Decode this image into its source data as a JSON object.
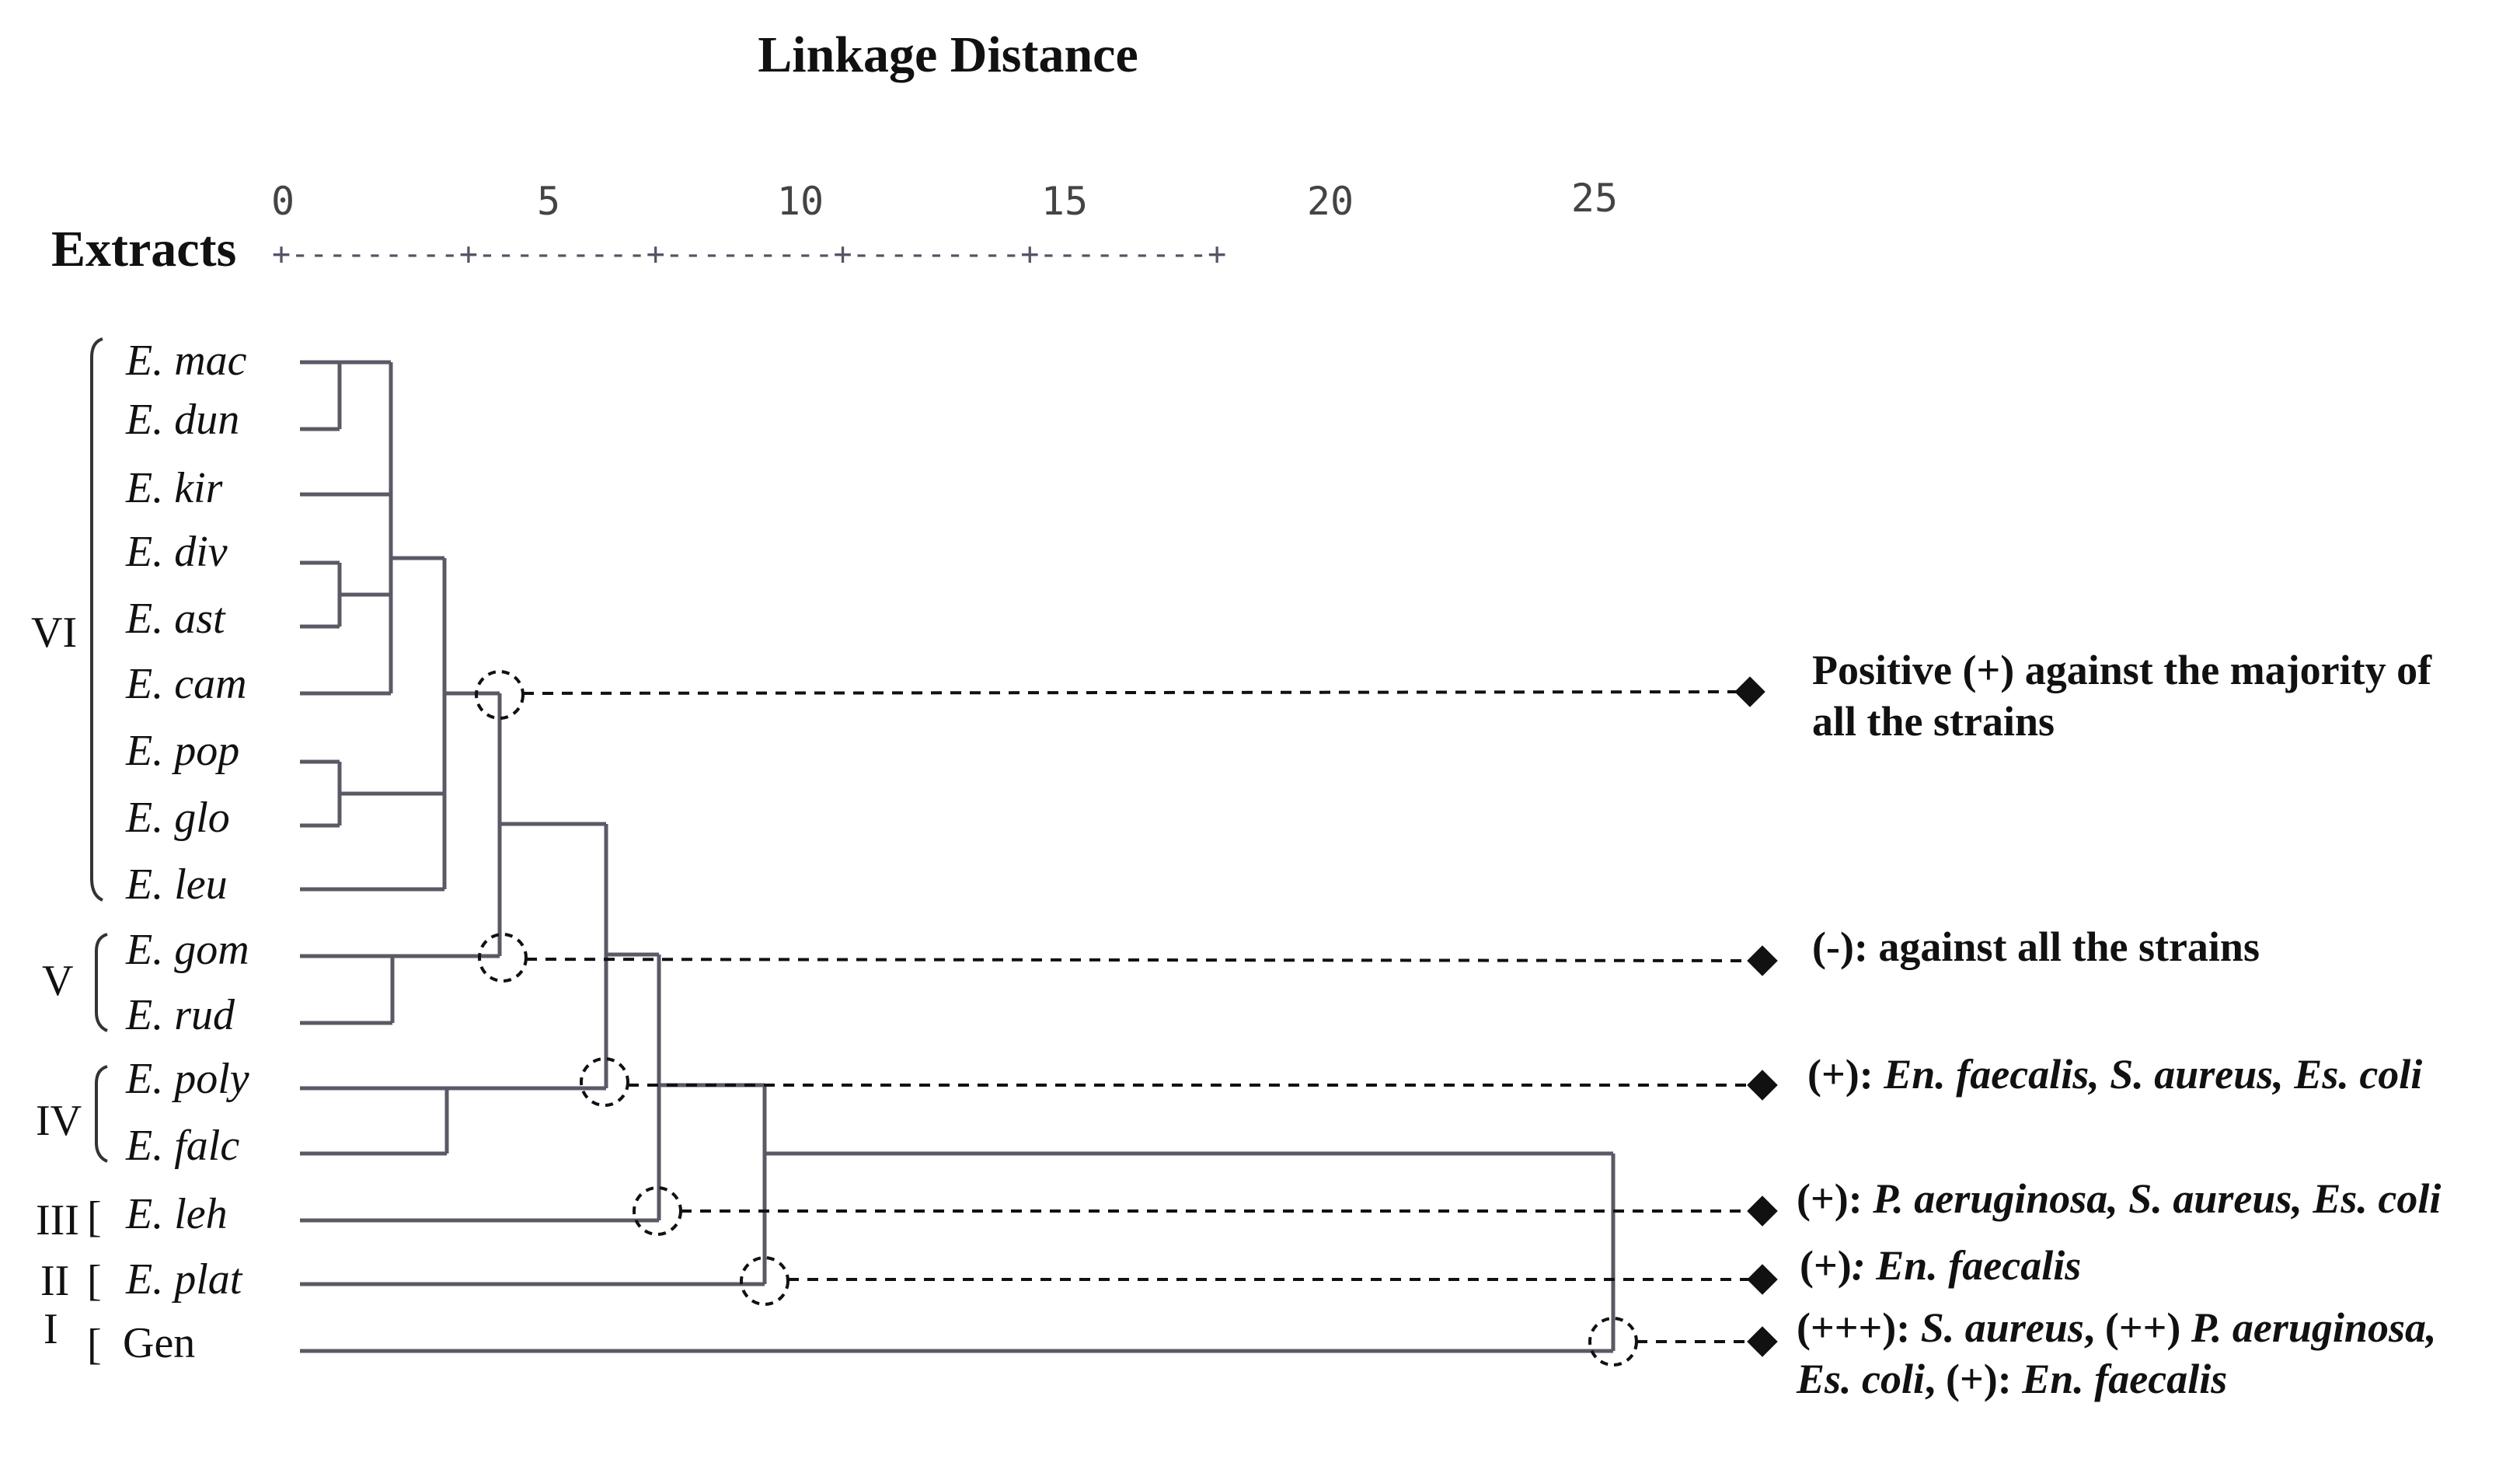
{
  "title": "Linkage Distance",
  "axis": {
    "row_label": "Extracts",
    "ticks": [
      "0",
      "5",
      "10",
      "15",
      "20",
      "25"
    ]
  },
  "groups": [
    {
      "id": "VI",
      "label": "VI"
    },
    {
      "id": "V",
      "label": "V"
    },
    {
      "id": "IV",
      "label": "IV"
    },
    {
      "id": "III",
      "label": "III"
    },
    {
      "id": "II",
      "label": "II"
    },
    {
      "id": "I",
      "label": "I"
    }
  ],
  "leaves": [
    {
      "label": "E. mac",
      "italic": true
    },
    {
      "label": "E. dun",
      "italic": true
    },
    {
      "label": "E. kir",
      "italic": true
    },
    {
      "label": "E. div",
      "italic": true
    },
    {
      "label": "E. ast",
      "italic": true
    },
    {
      "label": "E. cam",
      "italic": true
    },
    {
      "label": "E. pop",
      "italic": true
    },
    {
      "label": "E. glo",
      "italic": true
    },
    {
      "label": "E. leu",
      "italic": true
    },
    {
      "label": "E. gom",
      "italic": true
    },
    {
      "label": "E. rud",
      "italic": true
    },
    {
      "label": "E. poly",
      "italic": true
    },
    {
      "label": "E. falc",
      "italic": true
    },
    {
      "label": "E. leh",
      "italic": true
    },
    {
      "label": "E. plat",
      "italic": true
    },
    {
      "label": "Gen",
      "italic": false
    }
  ],
  "annotations": [
    {
      "lines": [
        [
          {
            "t": "Positive (+) against the majority of",
            "i": false
          }
        ],
        [
          {
            "t": "all the strains",
            "i": false
          }
        ]
      ]
    },
    {
      "lines": [
        [
          {
            "t": "(-): against all the strains",
            "i": false
          }
        ]
      ]
    },
    {
      "lines": [
        [
          {
            "t": "(+): ",
            "i": false
          },
          {
            "t": "En. faecalis, S. aureus, Es. coli",
            "i": true
          }
        ]
      ]
    },
    {
      "lines": [
        [
          {
            "t": "(+): ",
            "i": false
          },
          {
            "t": "P. aeruginosa, S. aureus, Es. coli",
            "i": true
          }
        ]
      ]
    },
    {
      "lines": [
        [
          {
            "t": "(+)",
            "i": false
          },
          {
            "t": ": En. faecalis",
            "i": true
          }
        ]
      ]
    },
    {
      "lines": [
        [
          {
            "t": "(+++): ",
            "i": false
          },
          {
            "t": "S. aureus",
            "i": true
          },
          {
            "t": ", (++) ",
            "i": false
          },
          {
            "t": "P. aeruginosa,",
            "i": true
          }
        ],
        [
          {
            "t": "Es. coli",
            "i": true
          },
          {
            "t": ", (+): ",
            "i": false
          },
          {
            "t": "En. faecalis",
            "i": true
          }
        ]
      ]
    }
  ]
}
